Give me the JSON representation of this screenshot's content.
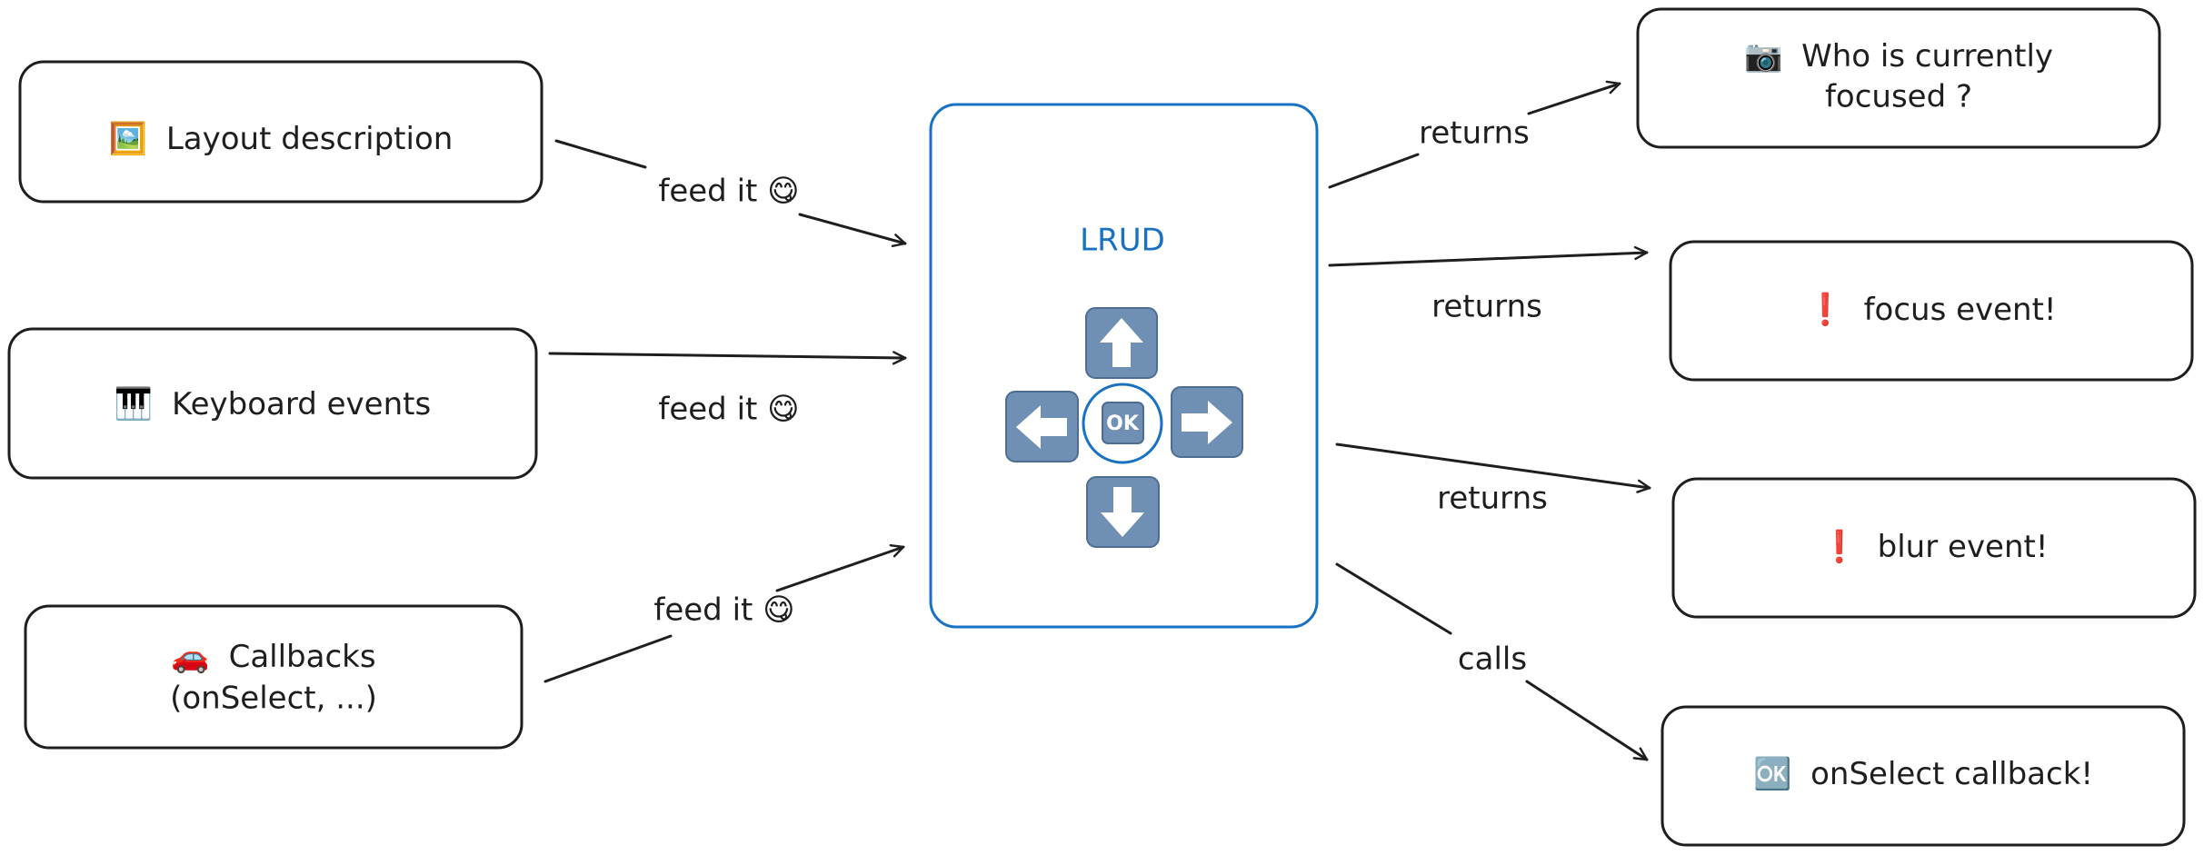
{
  "inputs": [
    {
      "icon": "🖼️",
      "icon_name": "picture-icon",
      "lines": [
        "Layout description"
      ]
    },
    {
      "icon": "🎹",
      "icon_name": "piano-keys-icon",
      "lines": [
        "Keyboard events"
      ]
    },
    {
      "icon": "🚗",
      "icon_name": "car-icon",
      "lines": [
        "Callbacks",
        "(onSelect, ...)"
      ]
    }
  ],
  "center": {
    "title": "LRUD",
    "ok_label": "OK",
    "icon_name": "dpad-icon",
    "accent_color": "#1971c2"
  },
  "outputs": [
    {
      "icon": "📷",
      "icon_name": "camera-icon",
      "lines": [
        "Who is currently",
        "focused ?"
      ]
    },
    {
      "icon": "❗",
      "icon_name": "exclamation-icon",
      "lines": [
        "focus event!"
      ]
    },
    {
      "icon": "❗",
      "icon_name": "exclamation-icon",
      "lines": [
        "blur event!"
      ]
    },
    {
      "icon": "🆗",
      "icon_name": "ok-icon",
      "lines": [
        "onSelect callback!"
      ]
    }
  ],
  "edge_labels": {
    "in": [
      "feed it 😋",
      "feed it 😋",
      "feed it 😋"
    ],
    "out": [
      "returns",
      "returns",
      "returns",
      "calls"
    ]
  }
}
